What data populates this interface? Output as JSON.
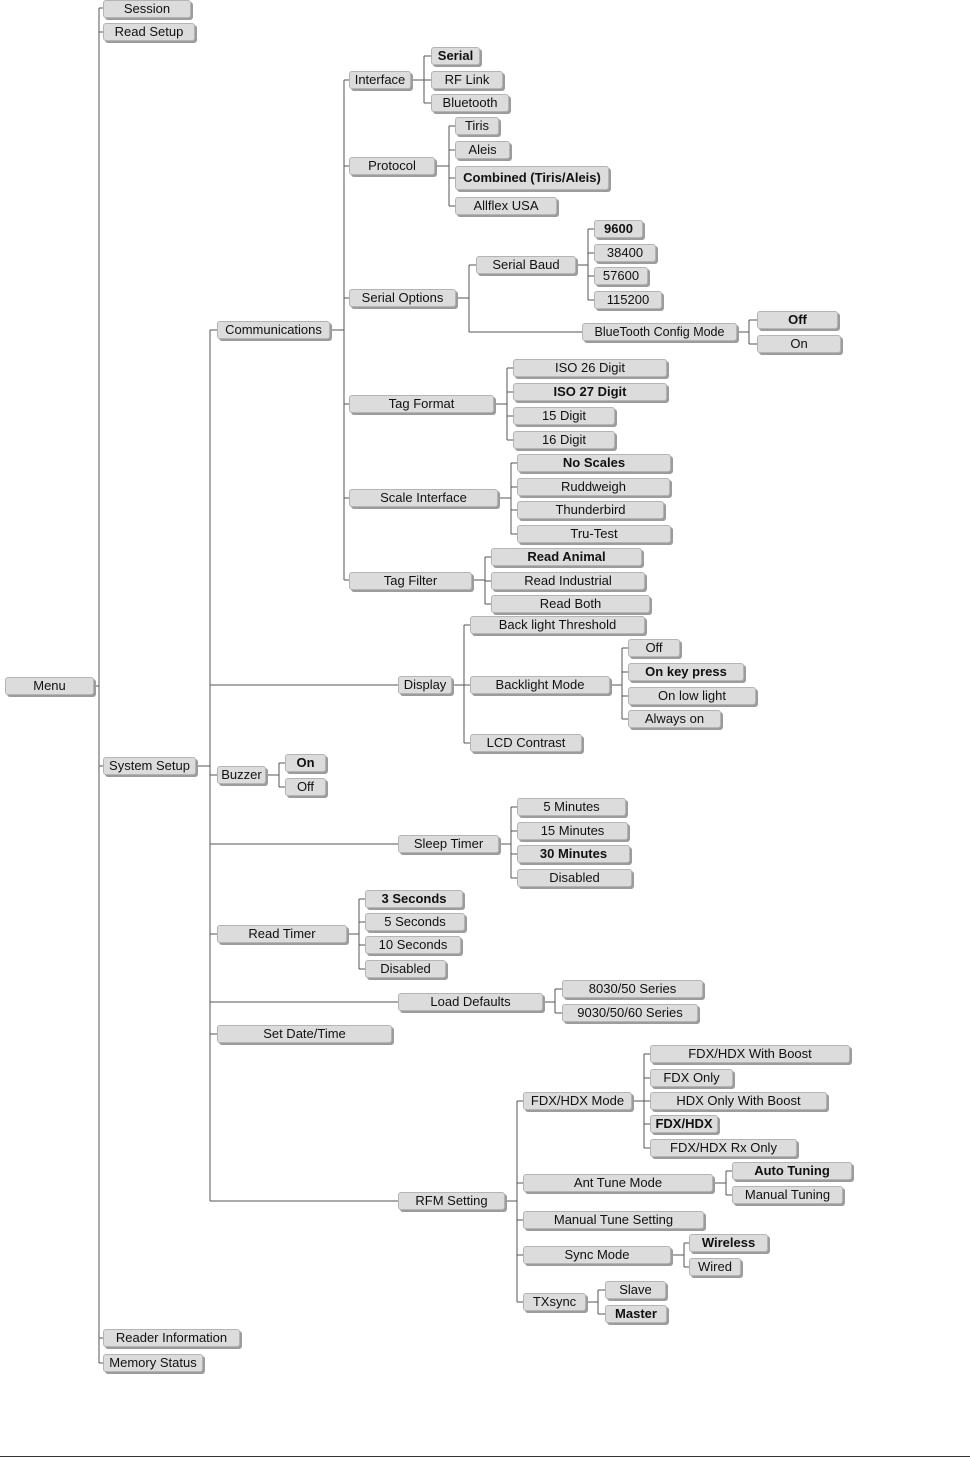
{
  "menu": "Menu",
  "session": "Session",
  "read_setup": "Read Setup",
  "system_setup": "System Setup",
  "reader_information": "Reader Information",
  "memory_status": "Memory Status",
  "communications": {
    "label": "Communications",
    "interface": {
      "label": "Interface",
      "options": [
        "Serial",
        "RF Link",
        "Bluetooth"
      ],
      "default": "Serial"
    },
    "protocol": {
      "label": "Protocol",
      "options": [
        "Tiris",
        "Aleis",
        "Combined (Tiris/Aleis)",
        "Allflex USA"
      ],
      "default": "Combined (Tiris/Aleis)"
    },
    "serial_options": {
      "label": "Serial Options",
      "serial_baud": {
        "label": "Serial Baud",
        "options": [
          "9600",
          "38400",
          "57600",
          "115200"
        ],
        "default": "9600"
      },
      "bluetooth_config": {
        "label": "BlueTooth Config Mode",
        "options": [
          "Off",
          "On"
        ],
        "default": "Off"
      }
    },
    "tag_format": {
      "label": "Tag Format",
      "options": [
        "ISO 26 Digit",
        "ISO 27 Digit",
        "15 Digit",
        "16 Digit"
      ],
      "default": "ISO 27 Digit"
    },
    "scale_interface": {
      "label": "Scale Interface",
      "options": [
        "No Scales",
        "Ruddweigh",
        "Thunderbird",
        "Tru-Test"
      ],
      "default": "No Scales"
    },
    "tag_filter": {
      "label": "Tag Filter",
      "options": [
        "Read Animal",
        "Read Industrial",
        "Read Both"
      ],
      "default": "Read Animal"
    }
  },
  "display": {
    "label": "Display",
    "backlight_threshold": "Back light Threshold",
    "backlight_mode": {
      "label": "Backlight Mode",
      "options": [
        "Off",
        "On key press",
        "On low light",
        "Always on"
      ],
      "default": "On key press"
    },
    "lcd_contrast": "LCD Contrast"
  },
  "buzzer": {
    "label": "Buzzer",
    "options": [
      "On",
      "Off"
    ],
    "default": "On"
  },
  "sleep_timer": {
    "label": "Sleep Timer",
    "options": [
      "5 Minutes",
      "15 Minutes",
      "30 Minutes",
      "Disabled"
    ],
    "default": "30 Minutes"
  },
  "read_timer": {
    "label": "Read Timer",
    "options": [
      "3 Seconds",
      "5 Seconds",
      "10 Seconds",
      "Disabled"
    ],
    "default": "3 Seconds"
  },
  "load_defaults": {
    "label": "Load Defaults",
    "options": [
      "8030/50 Series",
      "9030/50/60 Series"
    ]
  },
  "set_date_time": "Set Date/Time",
  "rfm_setting": {
    "label": "RFM Setting",
    "fdx_hdx_mode": {
      "label": "FDX/HDX Mode",
      "options": [
        "FDX/HDX With Boost",
        "FDX Only",
        "HDX Only With Boost",
        "FDX/HDX",
        "FDX/HDX Rx Only"
      ],
      "default": "FDX/HDX"
    },
    "ant_tune_mode": {
      "label": "Ant Tune Mode",
      "options": [
        "Auto Tuning",
        "Manual Tuning"
      ],
      "default": "Auto Tuning"
    },
    "manual_tune_setting": "Manual Tune Setting",
    "sync_mode": {
      "label": "Sync  Mode",
      "options": [
        "Wireless",
        "Wired"
      ],
      "default": "Wireless"
    },
    "txsync": {
      "label": "TXsync",
      "options": [
        "Slave",
        "Master"
      ],
      "default": "Master"
    }
  }
}
